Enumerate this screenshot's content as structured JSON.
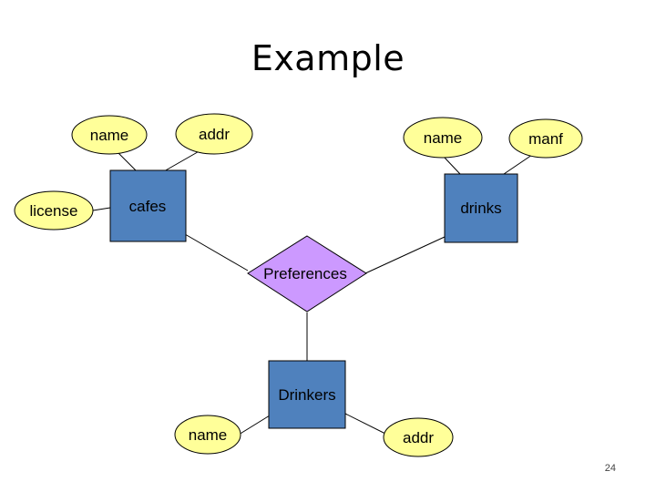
{
  "title": "Example",
  "page_number": "24",
  "colors": {
    "attribute_fill": "#ffff99",
    "entity_fill": "#4f81bd",
    "relationship_fill": "#cc99ff",
    "stroke": "#000000"
  },
  "entities": {
    "cafes": "cafes",
    "drinks": "drinks",
    "drinkers": "Drinkers"
  },
  "relationship": {
    "label": "Preferences"
  },
  "attributes": {
    "cafes_name": "name",
    "cafes_addr": "addr",
    "cafes_license": "license",
    "drinks_name": "name",
    "drinks_manf": "manf",
    "drinkers_name": "name",
    "drinkers_addr": "addr"
  }
}
